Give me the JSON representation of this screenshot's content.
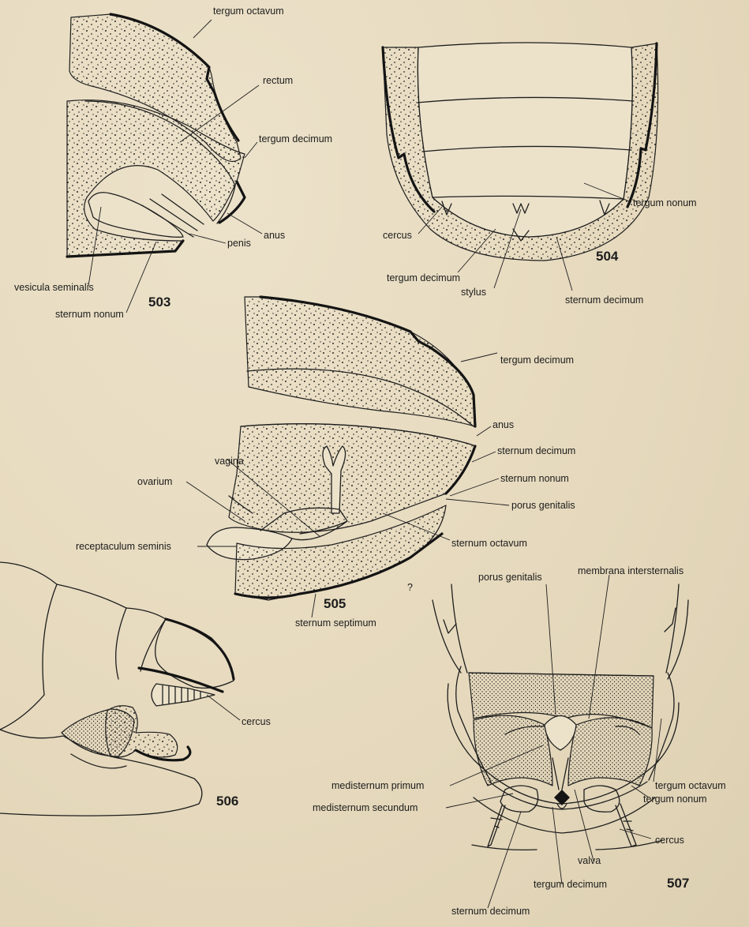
{
  "figures": {
    "fig503": {
      "number": "503",
      "labels": {
        "tergum_octavum": "tergum octavum",
        "rectum": "rectum",
        "tergum_decimum": "tergum decimum",
        "anus": "anus",
        "penis": "penis",
        "vesicula_seminalis": "vesicula seminalis",
        "sternum_nonum": "sternum nonum"
      }
    },
    "fig504": {
      "number": "504",
      "labels": {
        "tergum_nonum": "tergum nonum",
        "cercus": "cercus",
        "tergum_decimum": "tergum decimum",
        "stylus": "stylus",
        "sternum_decimum": "sternum decimum"
      }
    },
    "fig505": {
      "number": "505",
      "labels": {
        "tergum_decimum": "tergum decimum",
        "anus": "anus",
        "sternum_decimum": "sternum decimum",
        "vagina": "vagina",
        "sternum_nonum": "sternum nonum",
        "ovarium": "ovarium",
        "porus_genitalis": "porus genitalis",
        "receptaculum_seminis": "receptaculum seminis",
        "sternum_octavum": "sternum octavum",
        "sternum_septimum": "sternum septimum"
      }
    },
    "fig506": {
      "number": "506",
      "labels": {
        "cercus": "cercus"
      }
    },
    "fig507": {
      "number": "507",
      "labels": {
        "porus_genitalis": "porus genitalis",
        "membrana_intersternalis": "membrana intersternalis",
        "medisternum_primum": "medisternum primum",
        "medisternum_secundum": "medisternum secundum",
        "tergum_octavum": "tergum octavum",
        "tergum_nonum": "tergum nonum",
        "cercus": "cercus",
        "valva": "valva",
        "tergum_decimum": "tergum decimum",
        "sternum_decimum": "sternum decimum"
      }
    }
  },
  "stray_mark": "?"
}
